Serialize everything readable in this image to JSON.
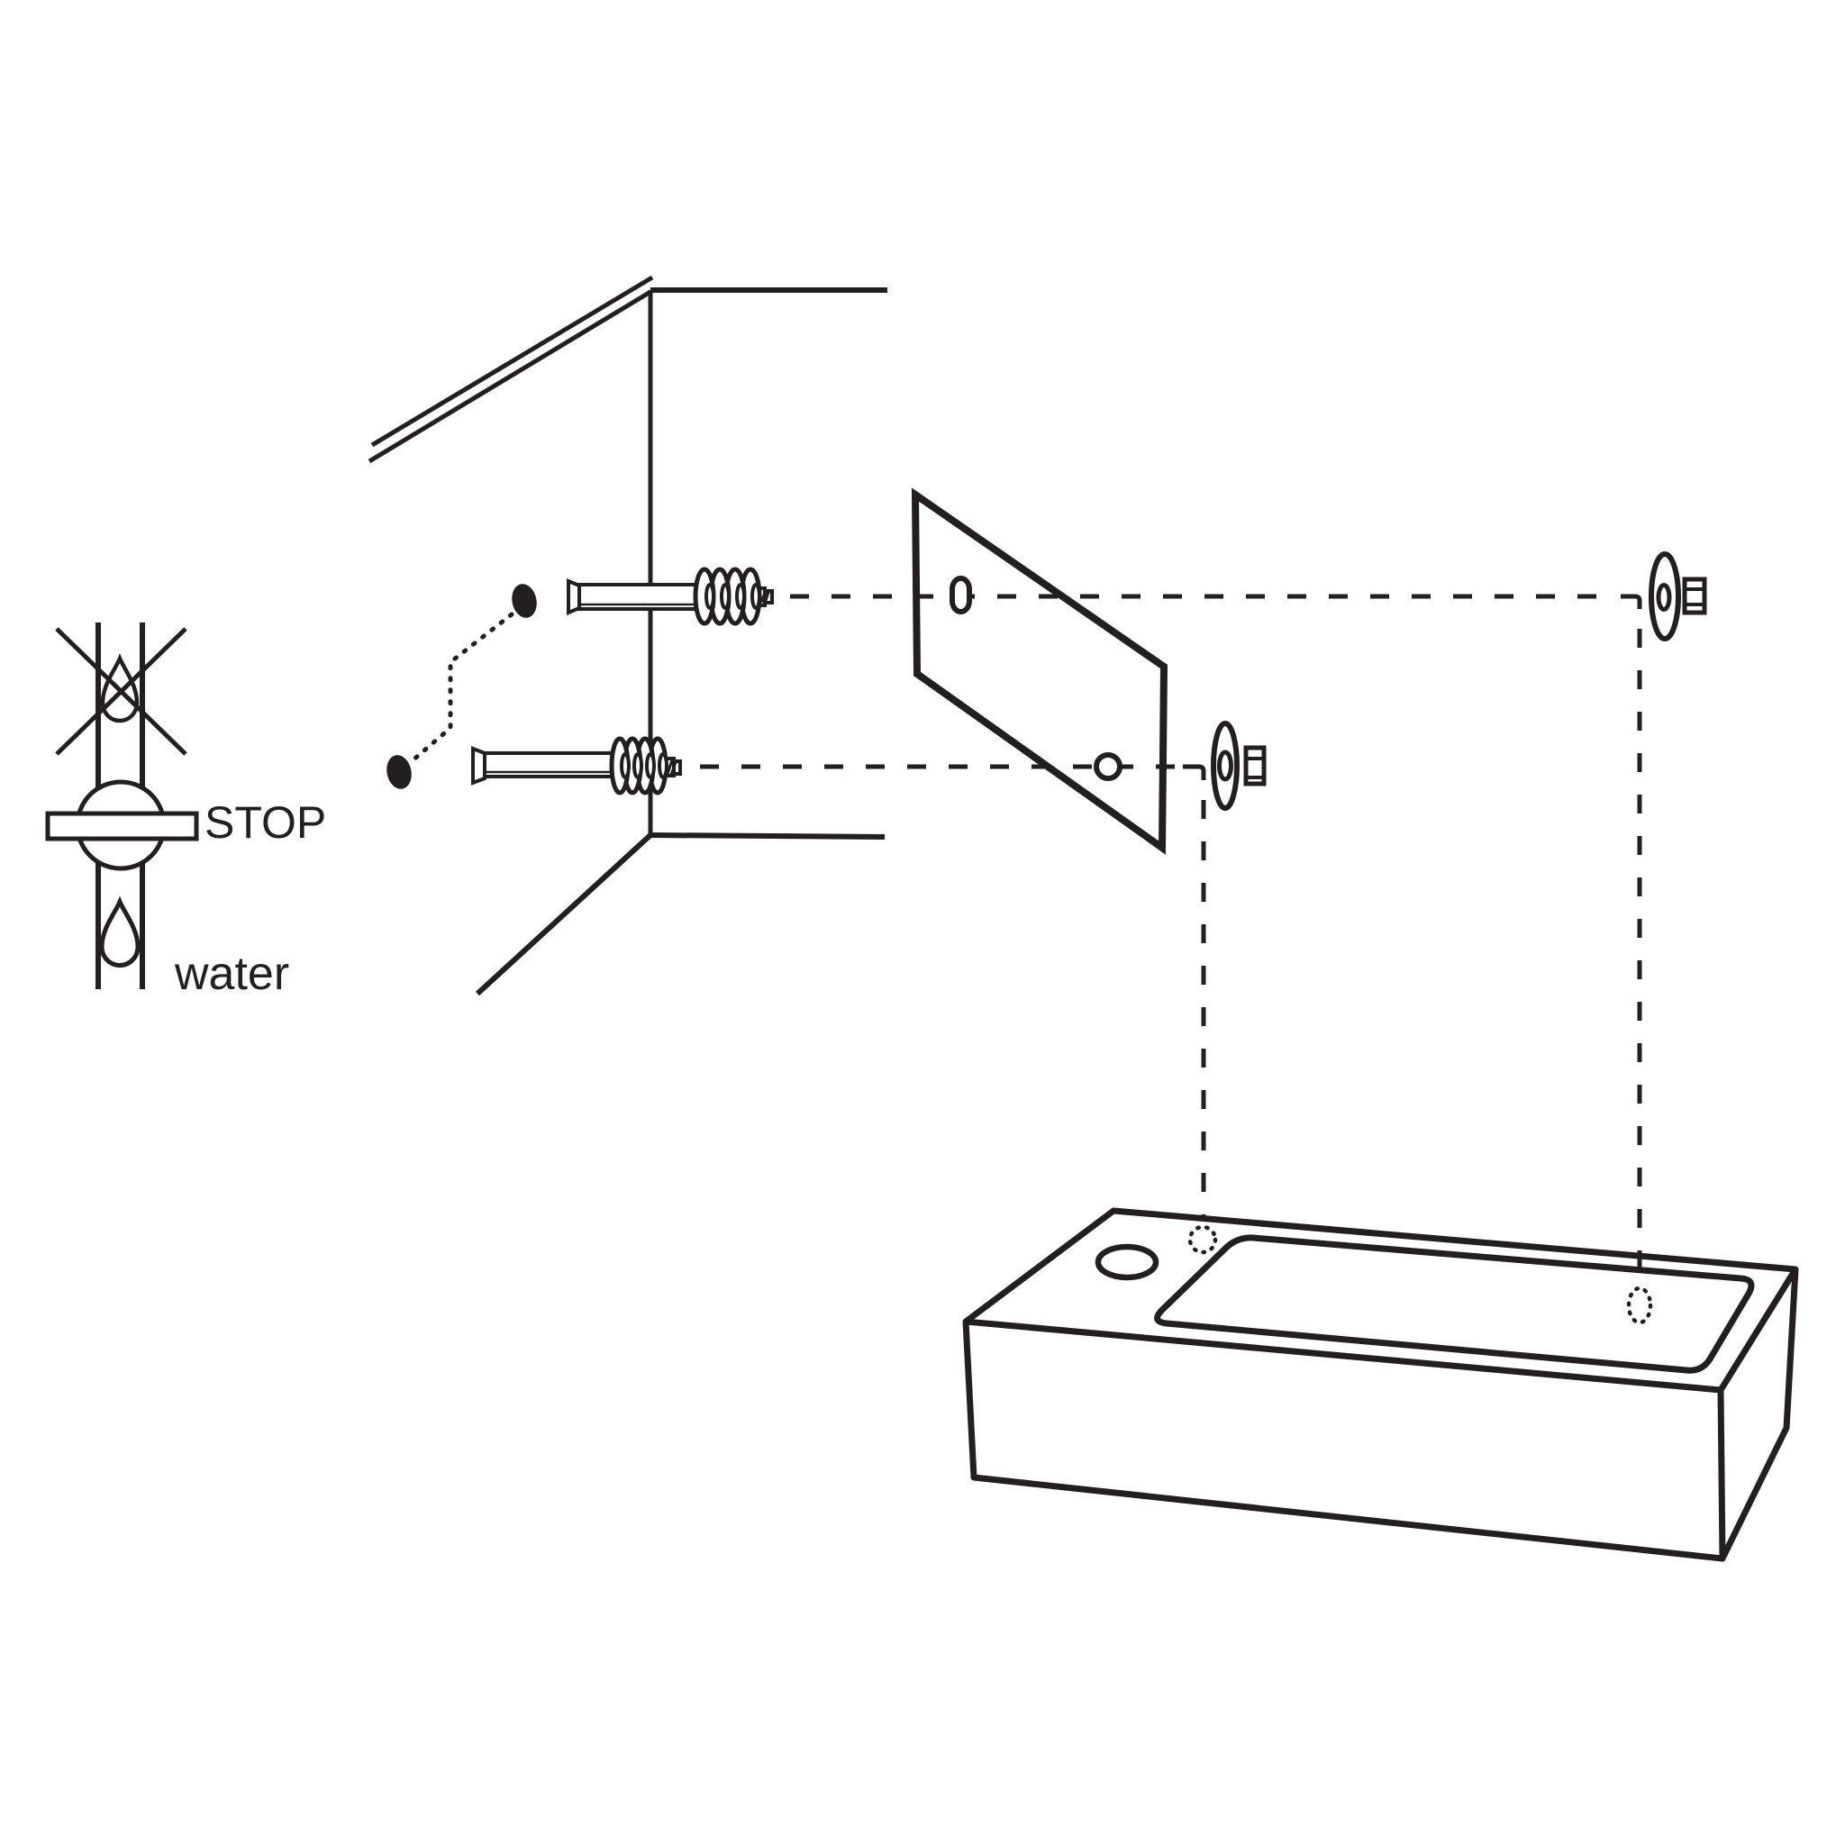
{
  "diagram": {
    "kind": "wall-mounted-basin-installation-diagram",
    "labels": {
      "stop": "STOP",
      "water": "water"
    },
    "components": [
      "water-supply-stop-symbol",
      "wall-corner",
      "drill-hole-marks",
      "wall-plug-top",
      "wall-plug-bottom",
      "mounting-bracket",
      "bracket-slot-hole",
      "bracket-round-hole",
      "washer-and-nut-bottom",
      "washer-and-nut-top",
      "wash-basin",
      "faucet-hole",
      "basin-mounting-marks",
      "alignment-dashed-guides"
    ]
  },
  "colors": {
    "ink": "#231f20",
    "background": "#ffffff"
  }
}
